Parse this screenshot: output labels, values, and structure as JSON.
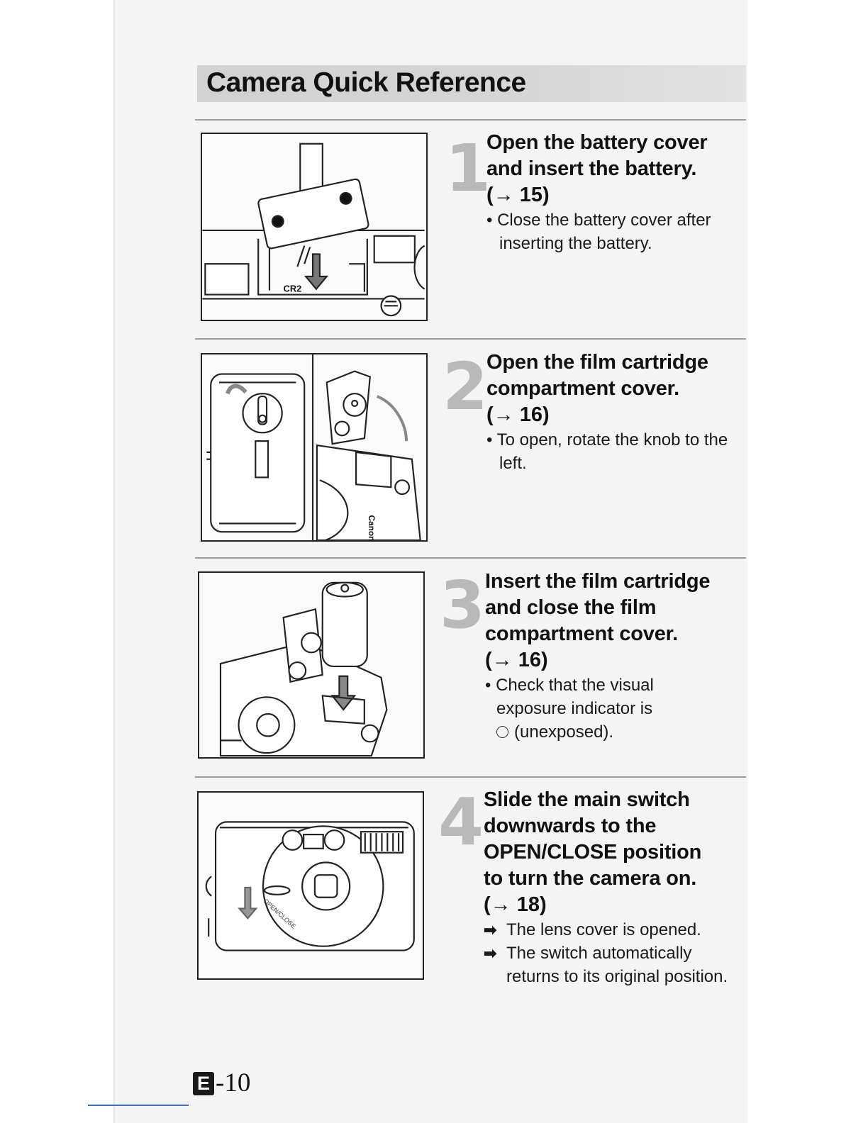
{
  "title": "Camera Quick Reference",
  "steps": [
    {
      "number": "1",
      "heading_lines": [
        "Open the battery cover",
        "and insert the battery."
      ],
      "ref": "(→ 15)",
      "notes": [
        "• Close the battery cover after inserting the battery."
      ],
      "figure_labels": [
        "CR2"
      ]
    },
    {
      "number": "2",
      "heading_lines": [
        "Open the film cartridge",
        "compartment cover."
      ],
      "ref": "(→ 16)",
      "notes": [
        "• To open, rotate the knob to the left."
      ],
      "figure_labels": [
        "Canon"
      ]
    },
    {
      "number": "3",
      "heading_lines": [
        "Insert the film cartridge",
        "and close the film",
        "compartment cover."
      ],
      "ref": "(→ 16)",
      "notes_lines": [
        "• Check that the visual",
        "exposure indicator is"
      ],
      "note_last": "(unexposed)."
    },
    {
      "number": "4",
      "heading_lines": [
        "Slide the main switch",
        "downwards to the",
        "OPEN/CLOSE position",
        "to turn the camera on."
      ],
      "ref": "(→ 18)",
      "results": [
        "The lens cover is opened.",
        "The switch automatically returns to its original position."
      ],
      "figure_labels": [
        "OPEN/CLOSE"
      ]
    }
  ],
  "footer": {
    "badge": "E",
    "page": "-10"
  }
}
